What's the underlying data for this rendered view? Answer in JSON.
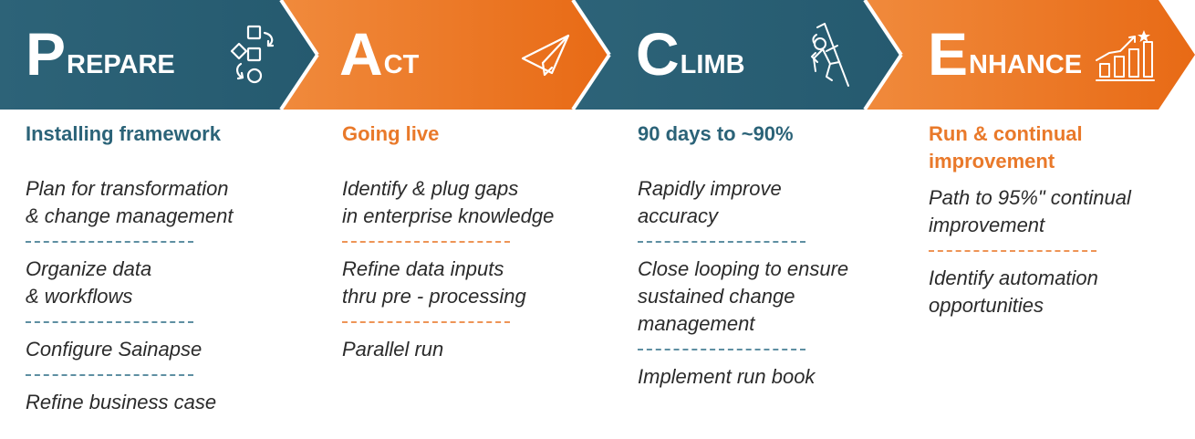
{
  "colors": {
    "teal": "#2b6378",
    "orange": "#e9792a",
    "item_text": "#2b2b2b"
  },
  "phases": [
    {
      "initial": "P",
      "rest": "REPARE",
      "icon": "shapes-workflow-icon",
      "subtitle": "Installing framework",
      "items": [
        "Plan for transformation\n& change management",
        "Organize data\n& workflows",
        "Configure Sainapse",
        "Refine business case"
      ]
    },
    {
      "initial": "A",
      "rest": "CT",
      "icon": "paper-plane-icon",
      "subtitle": "Going live",
      "items": [
        "Identify & plug gaps\nin enterprise knowledge",
        "Refine data inputs\nthru pre - processing",
        "Parallel run"
      ]
    },
    {
      "initial": "C",
      "rest": "LIMB",
      "icon": "climber-icon",
      "subtitle": "90 days to ~90%",
      "items": [
        "Rapidly improve\naccuracy",
        "Close looping to ensure\nsustained change\nmanagement",
        "Implement run book"
      ]
    },
    {
      "initial": "E",
      "rest": "NHANCE",
      "icon": "growth-chart-icon",
      "subtitle": "Run & continual\nimprovement",
      "items": [
        "Path to 95%\" continual\nimprovement",
        "Identify automation\nopportunities"
      ]
    }
  ]
}
